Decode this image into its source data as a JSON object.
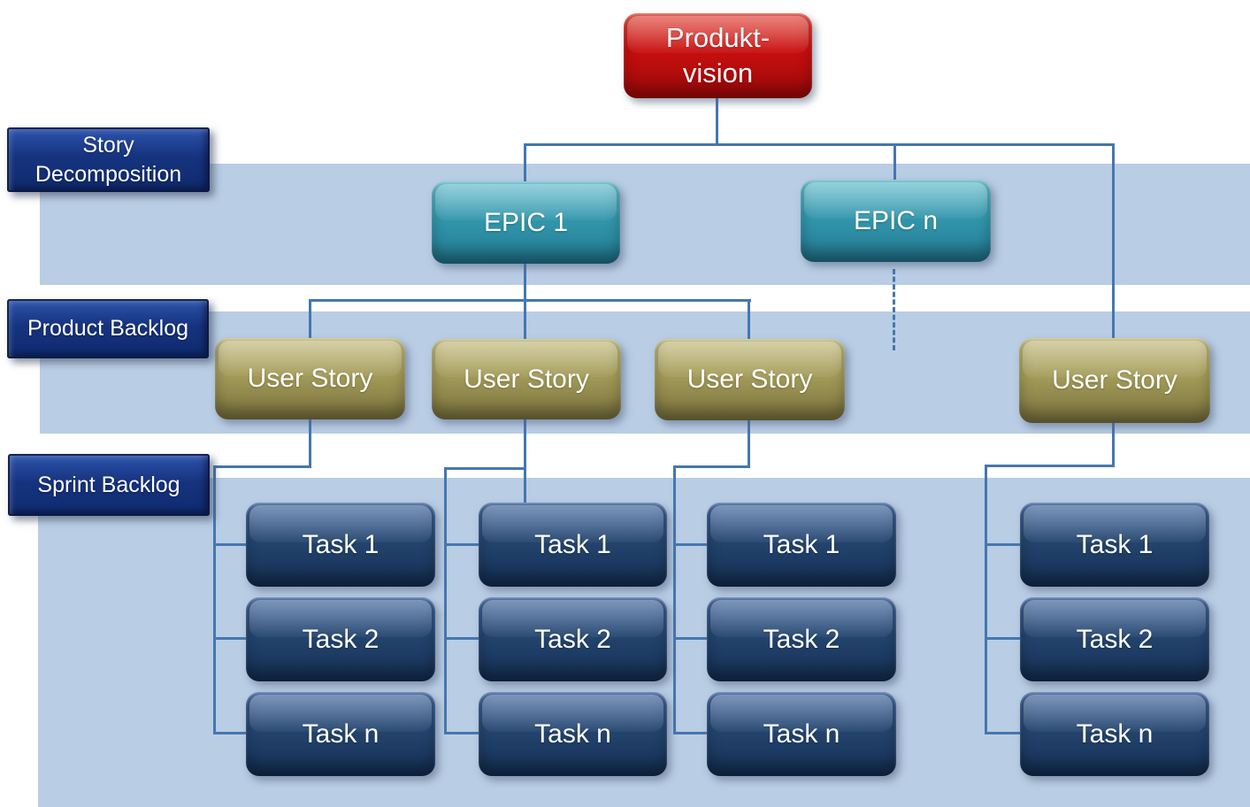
{
  "palette": {
    "band": "#b9cde4",
    "connector": "#4577b0",
    "vision_red": "#c90f0f",
    "epic_teal": "#3397ac",
    "story_gold": "#a39b58",
    "task_navy": "#24456f",
    "label_navy": "#16337f",
    "text": "#ffffff",
    "background": "#ffffff"
  },
  "vision": {
    "line1": "Produkt-",
    "line2": "vision"
  },
  "side_labels": [
    {
      "id": "story-decomposition",
      "line1": "Story",
      "line2": "Decomposition"
    },
    {
      "id": "product-backlog",
      "line1": "Product Backlog"
    },
    {
      "id": "sprint-backlog",
      "line1": "Sprint Backlog"
    }
  ],
  "epics": [
    {
      "label": "EPIC 1"
    },
    {
      "label": "EPIC n"
    }
  ],
  "user_stories": [
    {
      "label": "User Story"
    },
    {
      "label": "User Story"
    },
    {
      "label": "User Story"
    },
    {
      "label": "User Story"
    }
  ],
  "task_columns": [
    {
      "tasks": [
        "Task 1",
        "Task 2",
        "Task n"
      ]
    },
    {
      "tasks": [
        "Task 1",
        "Task 2",
        "Task n"
      ]
    },
    {
      "tasks": [
        "Task 1",
        "Task 2",
        "Task n"
      ]
    },
    {
      "tasks": [
        "Task 1",
        "Task 2",
        "Task n"
      ]
    }
  ]
}
